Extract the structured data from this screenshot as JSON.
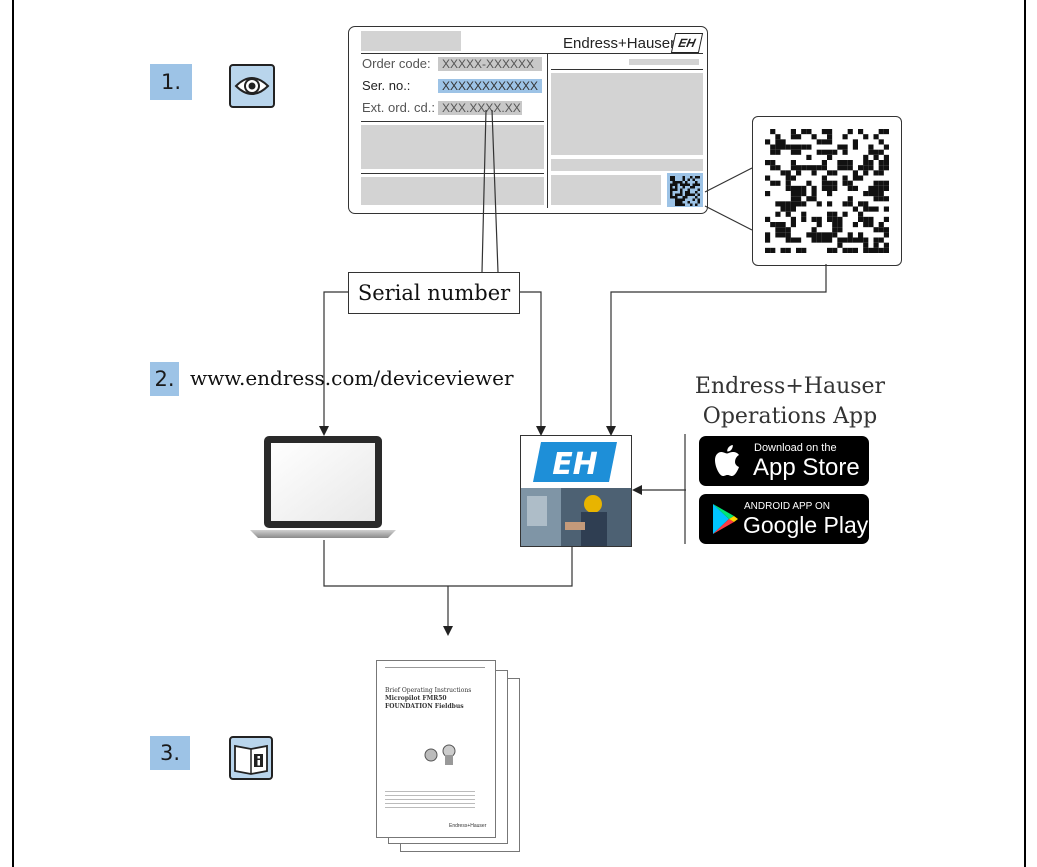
{
  "steps": [
    "1.",
    "2.",
    "3."
  ],
  "nameplate": {
    "brand": "Endress+Hauser",
    "logo": "EH",
    "rows": [
      {
        "label": "Order code:",
        "value": "XXXXX-XXXXXX"
      },
      {
        "label": "Ser. no.:",
        "value": "XXXXXXXXXXXX"
      },
      {
        "label": "Ext. ord. cd.:",
        "value": "XXX.XXXX.XX"
      }
    ]
  },
  "serial_label": "Serial number",
  "url": "www.endress.com/deviceviewer",
  "app": {
    "title_line1": "Endress+Hauser",
    "title_line2": "Operations App"
  },
  "appstore": {
    "small": "Download on the",
    "big": "App Store"
  },
  "googleplay": {
    "small": "ANDROID APP ON",
    "big": "Google Play"
  },
  "document": {
    "title": "Brief Operating Instructions",
    "product": "Micropilot FMR50",
    "protocol": "FOUNDATION Fieldbus",
    "brand": "Endress+Hauser"
  },
  "icons": [
    "eye-icon",
    "qr-code",
    "laptop-icon",
    "app-logo-icon",
    "apple-icon",
    "google-play-icon",
    "documentation-icon"
  ]
}
